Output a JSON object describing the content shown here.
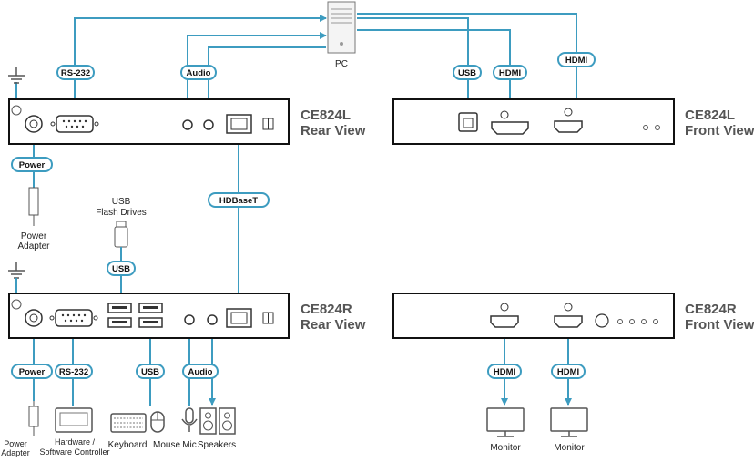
{
  "pc": {
    "label": "PC"
  },
  "units": {
    "l_rear": {
      "name": "CE824L",
      "view": "Rear View"
    },
    "l_front": {
      "name": "CE824L",
      "view": "Front View"
    },
    "r_rear": {
      "name": "CE824R",
      "view": "Rear View"
    },
    "r_front": {
      "name": "CE824R",
      "view": "Front View"
    }
  },
  "connectors": {
    "rs232_top": "RS-232",
    "audio_top": "Audio",
    "usb_top": "USB",
    "hdmi_top_1": "HDMI",
    "hdmi_top_2": "HDMI",
    "power_top": "Power",
    "hdbaset": "HDBaseT",
    "usb_drives": "USB",
    "power_bottom": "Power",
    "rs232_bottom": "RS-232",
    "usb_bottom": "USB",
    "audio_bottom": "Audio",
    "hdmi_bottom_1": "HDMI",
    "hdmi_bottom_2": "HDMI"
  },
  "devices": {
    "power_adapter_top": [
      "Power",
      "Adapter"
    ],
    "usb_flash_drives": [
      "USB",
      "Flash Drives"
    ],
    "power_adapter_bottom": [
      "Power",
      "Adapter"
    ],
    "controller": [
      "Hardware /",
      "Software Controller"
    ],
    "keyboard": "Keyboard",
    "mouse": "Mouse",
    "mic": "Mic",
    "speakers": "Speakers",
    "monitor_1": "Monitor",
    "monitor_2": "Monitor"
  },
  "colors": {
    "cable": "#3d9cc0",
    "pill_fill": "#ffffff",
    "pill_stroke": "#3d9cc0",
    "box_stroke": "#111111",
    "title": "#555555"
  }
}
